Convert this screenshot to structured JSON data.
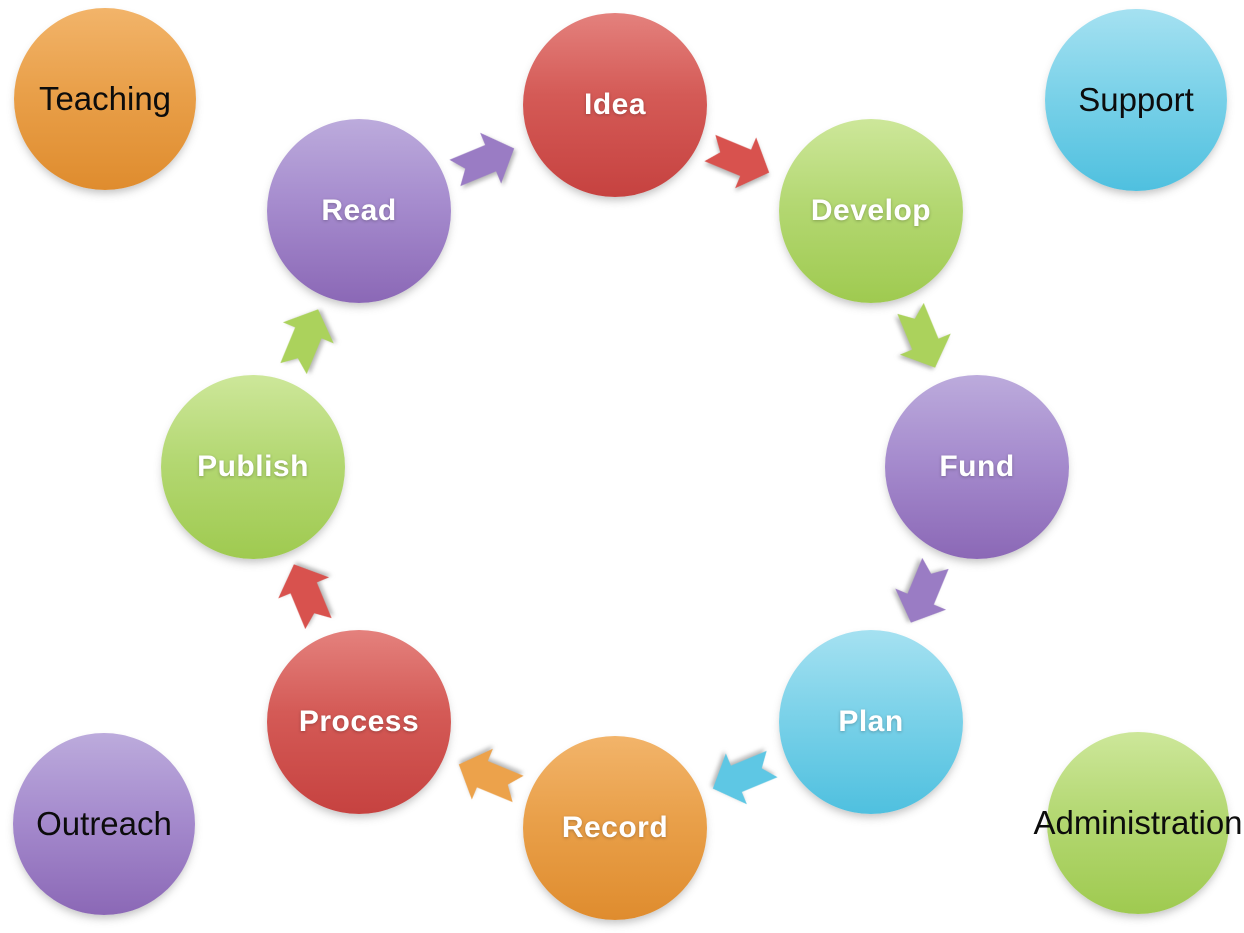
{
  "diagram": {
    "type": "cycle-diagram",
    "cycle_steps": [
      {
        "label": "Idea",
        "color_name": "red"
      },
      {
        "label": "Develop",
        "color_name": "green"
      },
      {
        "label": "Fund",
        "color_name": "purple"
      },
      {
        "label": "Plan",
        "color_name": "blue"
      },
      {
        "label": "Record",
        "color_name": "orange"
      },
      {
        "label": "Process",
        "color_name": "red"
      },
      {
        "label": "Publish",
        "color_name": "green"
      },
      {
        "label": "Read",
        "color_name": "purple"
      }
    ],
    "arrows": [
      {
        "from": "Read",
        "to": "Idea",
        "color_name": "purple"
      },
      {
        "from": "Idea",
        "to": "Develop",
        "color_name": "red"
      },
      {
        "from": "Develop",
        "to": "Fund",
        "color_name": "green"
      },
      {
        "from": "Fund",
        "to": "Plan",
        "color_name": "purple"
      },
      {
        "from": "Plan",
        "to": "Record",
        "color_name": "blue"
      },
      {
        "from": "Record",
        "to": "Process",
        "color_name": "orange"
      },
      {
        "from": "Process",
        "to": "Publish",
        "color_name": "red"
      },
      {
        "from": "Publish",
        "to": "Read",
        "color_name": "green"
      }
    ],
    "corner_nodes": [
      {
        "label": "Teaching",
        "color_name": "orange",
        "position": "top-left"
      },
      {
        "label": "Support",
        "color_name": "blue",
        "position": "top-right"
      },
      {
        "label": "Outreach",
        "color_name": "purple",
        "position": "bottom-left"
      },
      {
        "label": "Administration",
        "color_name": "green",
        "position": "bottom-right"
      }
    ],
    "palette": {
      "red": {
        "light": "#e4817d",
        "dark": "#c64240",
        "arrow": "#d8524e"
      },
      "green": {
        "light": "#cde79a",
        "dark": "#9fca50",
        "arrow": "#abd25c"
      },
      "purple": {
        "light": "#bcabdc",
        "dark": "#8b68b6",
        "arrow": "#9a7cc4"
      },
      "blue": {
        "light": "#a5e1f1",
        "dark": "#4fc0df",
        "arrow": "#5ec7e4"
      },
      "orange": {
        "light": "#f2b46a",
        "dark": "#df8c2e",
        "arrow": "#eca24b"
      }
    },
    "cycle_text_color": "#ffffff",
    "corner_text_color": "#0c0c0c",
    "background": "#ffffff"
  }
}
